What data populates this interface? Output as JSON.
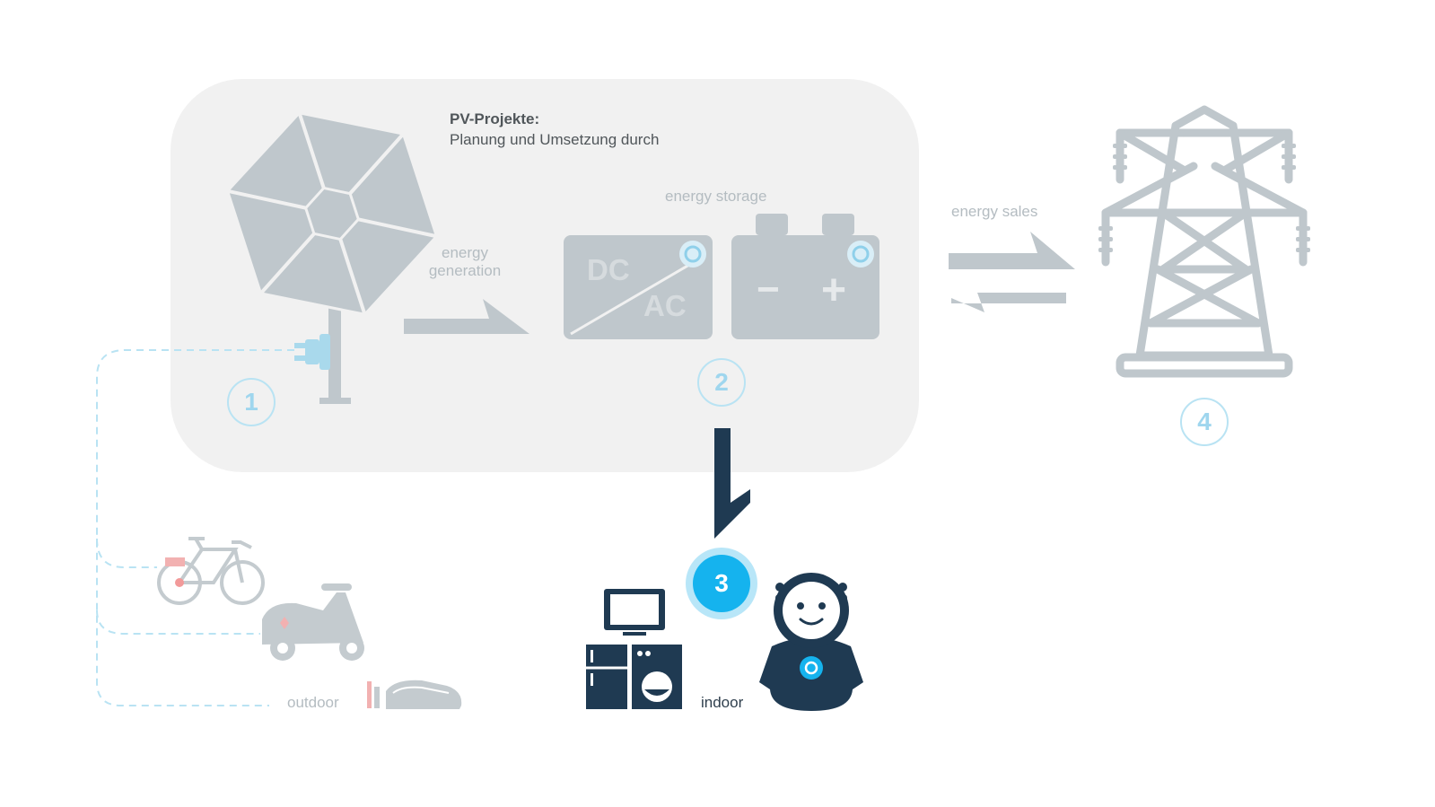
{
  "colors": {
    "panel_bg": "#f1f1f1",
    "grey_icon": "#bfc7cc",
    "light_blue": "#b9e3f3",
    "active_blue": "#15b3ee",
    "dark_navy": "#1f3a52",
    "accent_red": "#f29a9a"
  },
  "pv_project": {
    "heading": "PV-Projekte:",
    "subheading": "Planung und Umsetzung durch"
  },
  "labels": {
    "energy_generation_line1": "energy",
    "energy_generation_line2": "generation",
    "energy_storage": "energy storage",
    "energy_sales": "energy sales",
    "outdoor": "outdoor",
    "indoor": "indoor"
  },
  "inverter": {
    "dc": "DC",
    "ac": "AC"
  },
  "battery": {
    "minus": "−",
    "plus": "+"
  },
  "steps": [
    {
      "number": "1",
      "state": "inactive"
    },
    {
      "number": "2",
      "state": "inactive"
    },
    {
      "number": "3",
      "state": "active"
    },
    {
      "number": "4",
      "state": "inactive"
    }
  ],
  "icons": {
    "solar_flower": "solar-flower-icon",
    "plug": "plug-icon",
    "inverter": "inverter-icon",
    "battery": "battery-icon",
    "pylon": "power-pylon-icon",
    "bicycle": "bicycle-icon",
    "scooter": "scooter-icon",
    "robot_mower": "robot-mower-icon",
    "tv": "tv-icon",
    "appliances": "appliances-icon",
    "robot": "robot-mascot-icon"
  }
}
